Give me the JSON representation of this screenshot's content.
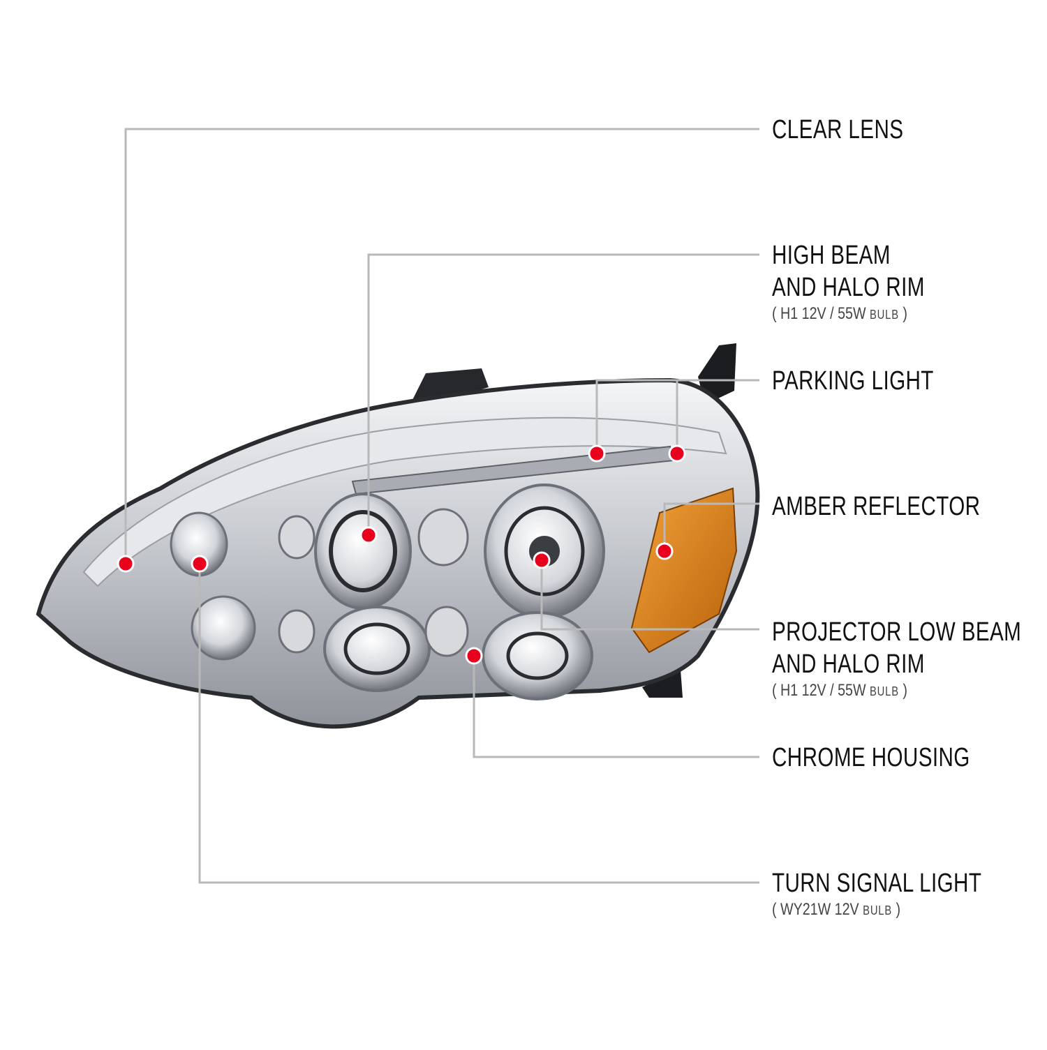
{
  "callouts": {
    "clear_lens": {
      "title": "CLEAR LENS"
    },
    "high_beam": {
      "title_line1": "HIGH BEAM",
      "title_line2": "AND HALO RIM",
      "spec_main": "H1  12V / 55W",
      "spec_unit": "BULB"
    },
    "parking_light": {
      "title": "PARKING LIGHT"
    },
    "amber_reflector": {
      "title": "AMBER REFLECTOR"
    },
    "projector_low_beam": {
      "title_line1": "PROJECTOR LOW BEAM",
      "title_line2": "AND HALO RIM",
      "spec_main": "H1  12V / 55W",
      "spec_unit": "BULB"
    },
    "chrome_housing": {
      "title": "CHROME HOUSING"
    },
    "turn_signal": {
      "title": "TURN SIGNAL LIGHT",
      "spec_main": "WY21W  12V",
      "spec_unit": "BULB"
    }
  },
  "colors": {
    "leader_line": "#b8b8b8",
    "marker_dot": "#e8001c",
    "amber": "#e08a1e",
    "chrome": "#c9ccd0"
  }
}
